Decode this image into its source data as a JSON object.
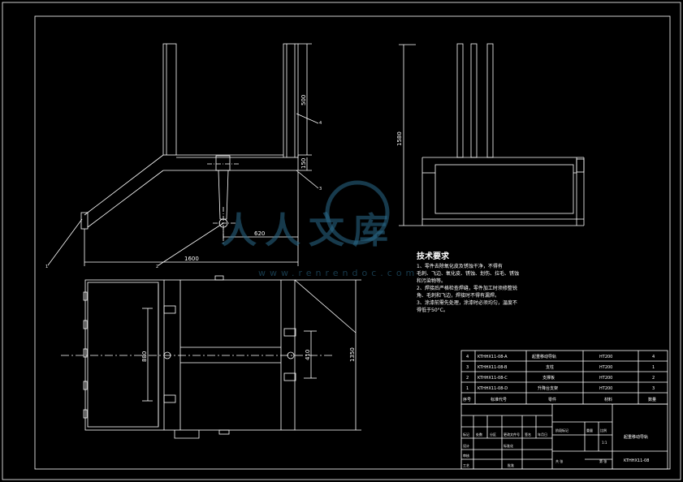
{
  "dimensions": {
    "d500": "500",
    "d1580": "1580",
    "d150": "150",
    "d620": "620",
    "d1600": "1600",
    "d1350": "1350",
    "d880": "880",
    "d410": "410"
  },
  "balloons": [
    "4",
    "3",
    "2",
    "1"
  ],
  "tech_notes": {
    "title": "技术要求",
    "lines": [
      "1、零件去除氧化皮及锈蚀干净，不得有",
      "毛刺、飞边、氧化皮、锈蚀、划伤、拉毛、锈蚀",
      "和污染物等。",
      "2、焊接后严格检查焊缝，零件加工时须修整锐",
      "角、毛刺和飞边，焊接时不得有漏焊。",
      "3、涂漆前需先处理，涂漆时必须均匀，温度不",
      "得低于50°C。"
    ]
  },
  "parts_table": {
    "headers": [
      "序号",
      "标准代号",
      "零件",
      "材料",
      "数量"
    ],
    "rows": [
      [
        "4",
        "KTHHX11-08-A",
        "起重移动导轨",
        "HT200",
        "4"
      ],
      [
        "3",
        "KTHHX11-08-B",
        "支柱",
        "HT200",
        "1"
      ],
      [
        "2",
        "KTHHX11-08-C",
        "支撑板",
        "HT200",
        "2"
      ],
      [
        "1",
        "KTHHX11-08-D",
        "升降台支架",
        "HT200",
        "3"
      ]
    ]
  },
  "title_block": {
    "row_labels": [
      "标记",
      "处数",
      "分区",
      "更改文件号",
      "签名",
      "年月日"
    ],
    "stage_label": "阶段标记",
    "weight_label": "重量",
    "scale_label": "比例",
    "scale_value": "1:1",
    "design_label": "设计",
    "review_label": "审核",
    "process_label": "工艺",
    "approve_label": "批准",
    "standard_label": "标准化",
    "sheet_label": "共 张",
    "sheet_label2": "第 张",
    "drawing_name": "起重移动导轨",
    "drawing_number": "KTHHX11-08"
  },
  "watermark": {
    "text": "人人文库",
    "url": "www.renrendoc.com"
  }
}
